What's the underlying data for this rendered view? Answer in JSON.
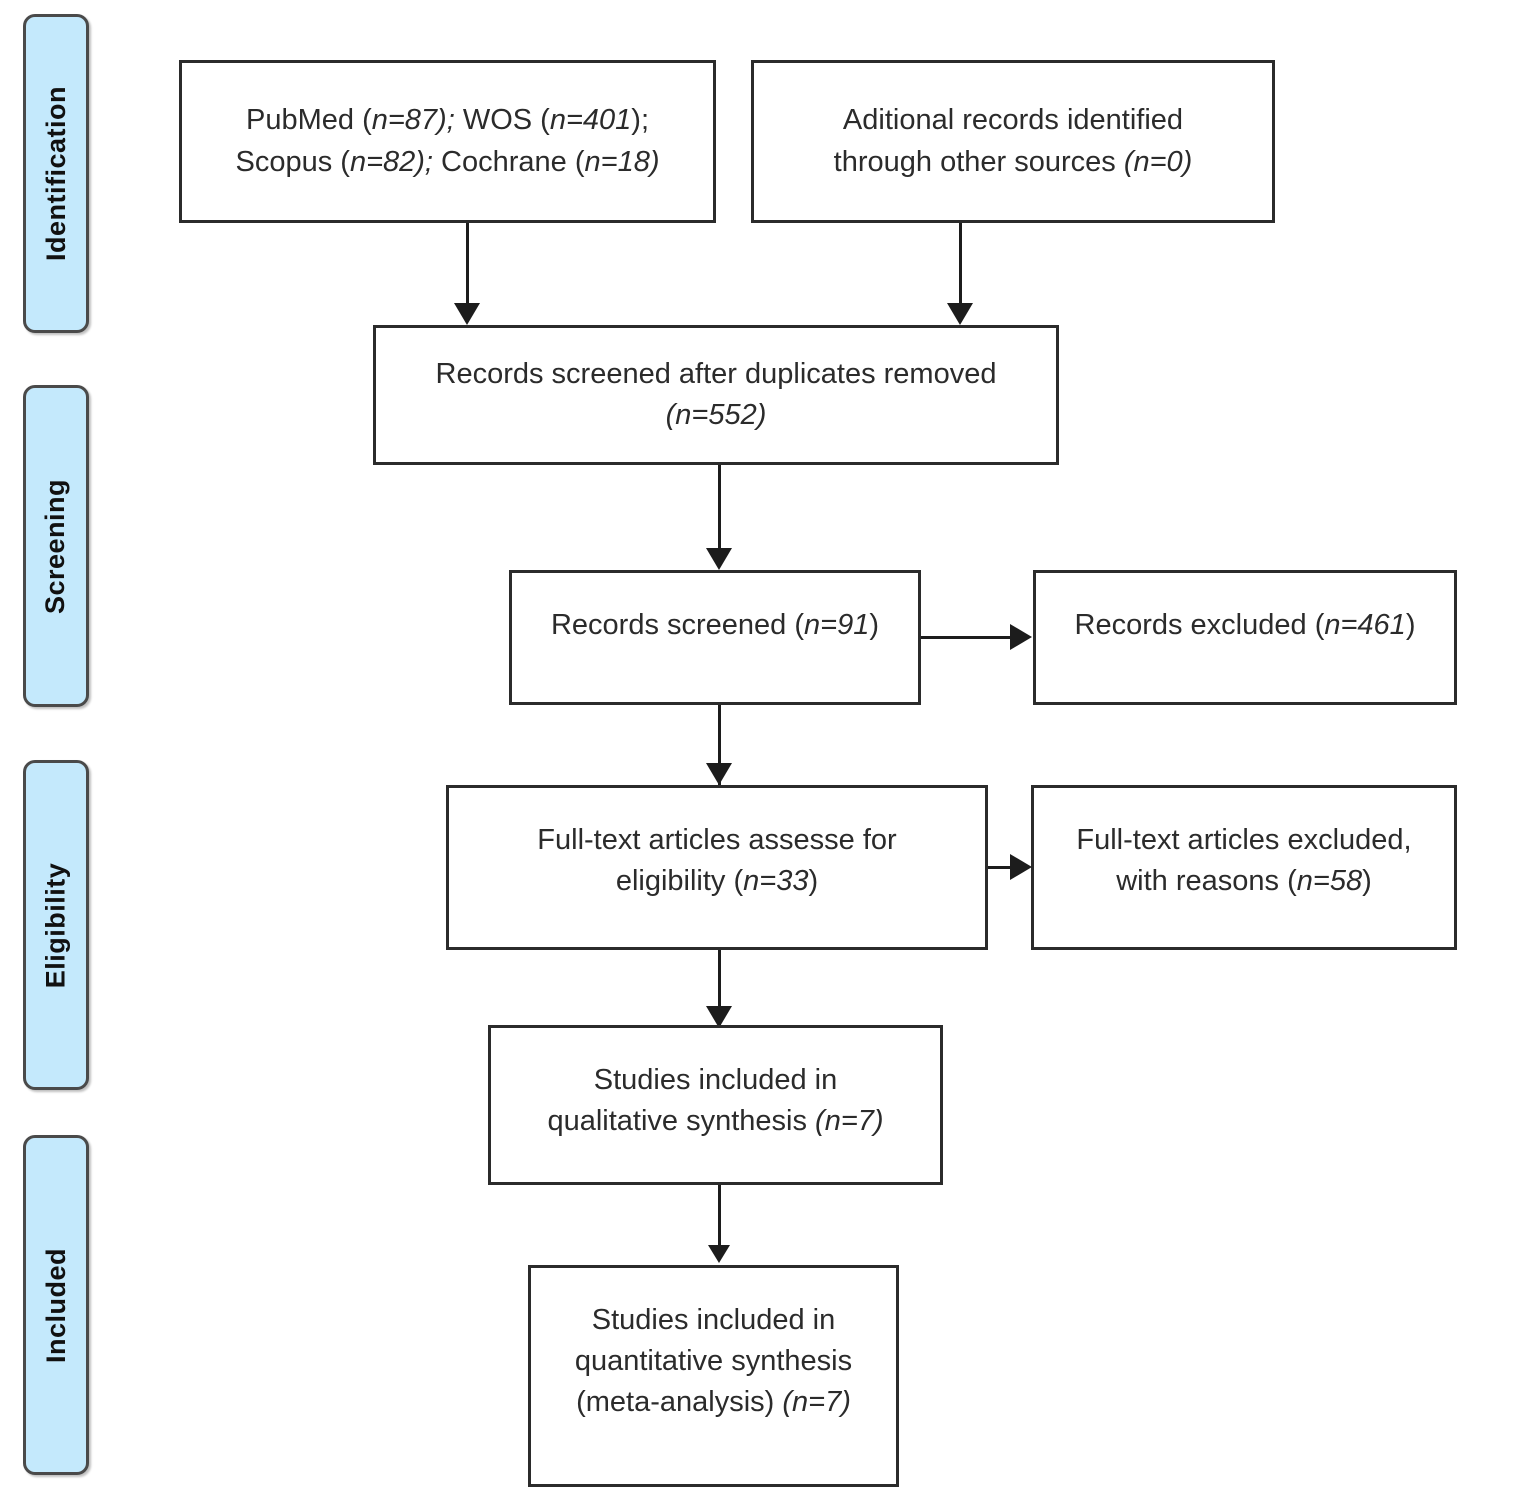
{
  "diagram": {
    "title": "PRISMA flow diagram",
    "type": "prisma-flowchart",
    "colors": {
      "stage_pill_fill": "#c4e9fc",
      "stage_pill_border": "#4a4a4a",
      "box_border": "#2b2b2b",
      "connector": "#1c1c1c",
      "text": "#2b2b2b",
      "background": "#ffffff"
    }
  },
  "stages": [
    {
      "id": "identification",
      "label": "Identification"
    },
    {
      "id": "screening",
      "label": "Screening"
    },
    {
      "id": "eligibility",
      "label": "Eligibility"
    },
    {
      "id": "included",
      "label": "Included"
    }
  ],
  "boxes": {
    "databases": {
      "line1": "PubMed (",
      "n1": "n=87);",
      "mid1": " WOS (",
      "n2": "n=401",
      "tail1": ");",
      "line2": "Scopus (",
      "n3": "n=82);",
      "mid2": " Cochrane (",
      "n4": "n=18)",
      "plain": "PubMed (n=87); WOS (n=401); Scopus (n=82); Cochrane (n=18)"
    },
    "additional": {
      "line1": "Aditional records identified",
      "line2": "through other sources ",
      "n": "(n=0)",
      "plain": "Aditional records identified through other sources (n=0)"
    },
    "duplicates_removed": {
      "line1": "Records screened after duplicates removed",
      "n": "(n=552)",
      "plain": "Records screened after duplicates removed (n=552)"
    },
    "records_screened": {
      "label": "Records screened (",
      "n": "n=91",
      "tail": ")",
      "plain": "Records screened (n=91)"
    },
    "records_excluded": {
      "label": "Records excluded (",
      "n": "n=461",
      "tail": ")",
      "plain": "Records excluded (n=461)"
    },
    "fulltext_assessed": {
      "line1": "Full-text articles assesse for",
      "line2": "eligibility (",
      "n": "n=33",
      "tail": ")",
      "plain": "Full-text articles assesse for eligibility (n=33)"
    },
    "fulltext_excluded": {
      "line1": "Full-text articles excluded,",
      "line2": "with reasons (",
      "n": "n=58",
      "tail": ")",
      "plain": "Full-text articles excluded, with reasons (n=58)"
    },
    "qualitative": {
      "line1": "Studies included in",
      "line2": "qualitative synthesis ",
      "n": "(n=7)",
      "plain": "Studies included in qualitative synthesis (n=7)"
    },
    "quantitative": {
      "line1": "Studies included in",
      "line2": "quantitative synthesis",
      "line3": "(meta-analysis) ",
      "n": "(n=7)",
      "plain": "Studies included in quantitative synthesis (meta-analysis) (n=7)"
    }
  },
  "counts": {
    "pubmed": 87,
    "wos": 401,
    "scopus": 82,
    "cochrane": 18,
    "additional_sources": 0,
    "after_duplicates_removed": 552,
    "records_screened": 91,
    "records_excluded": 461,
    "fulltext_assessed": 33,
    "fulltext_excluded": 58,
    "qualitative_synthesis": 7,
    "quantitative_synthesis": 7
  }
}
